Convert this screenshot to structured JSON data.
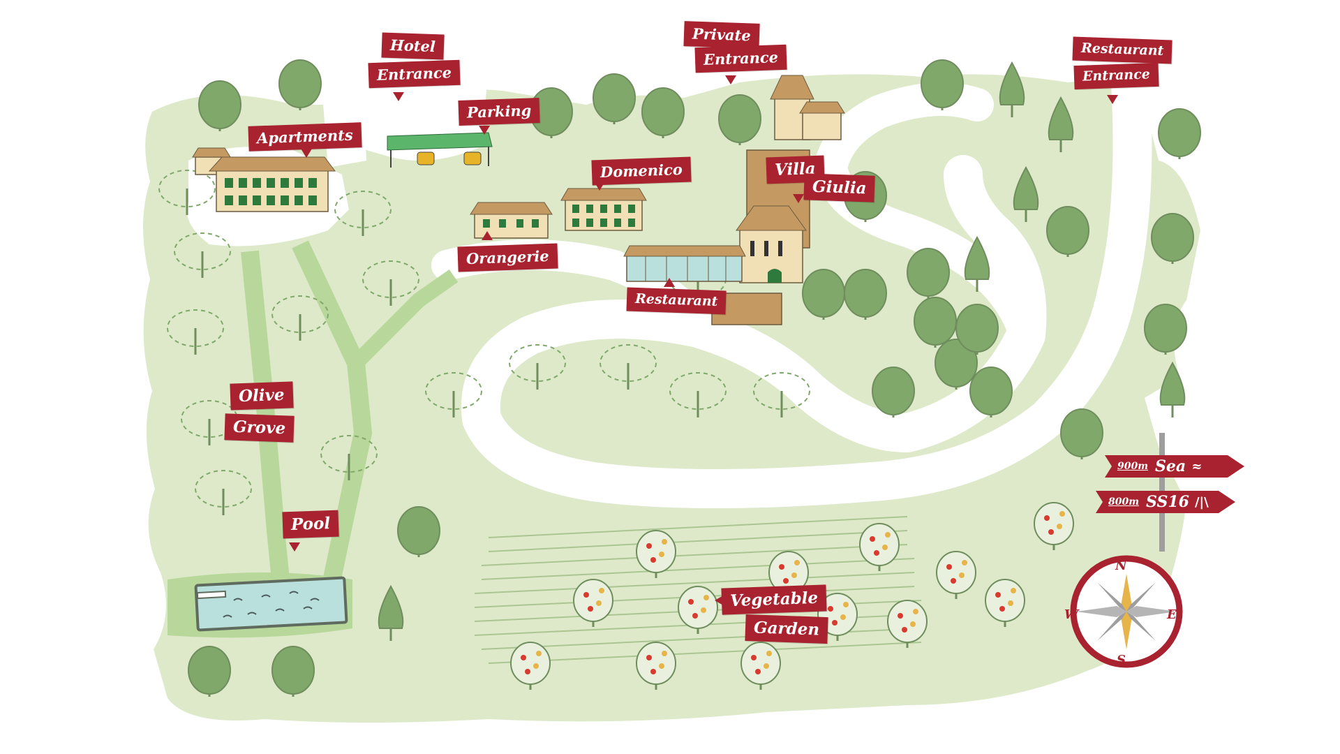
{
  "map": {
    "labels": {
      "hotel_entrance_1": "Hotel",
      "hotel_entrance_2": "Entrance",
      "parking": "Parking",
      "apartments": "Apartments",
      "private_entrance_1": "Private",
      "private_entrance_2": "Entrance",
      "restaurant_entrance_1": "Restaurant",
      "restaurant_entrance_2": "Entrance",
      "domenico": "Domenico",
      "villa": "Villa",
      "giulia": "Giulia",
      "orangerie": "Orangerie",
      "restaurant": "Restaurant",
      "olive": "Olive",
      "grove": "Grove",
      "pool": "Pool",
      "vegetable": "Vegetable",
      "garden": "Garden"
    },
    "signpost": [
      {
        "distance": "900m",
        "destination": "Sea",
        "symbol": "≈"
      },
      {
        "distance": "800m",
        "destination": "SS16",
        "symbol": "/|\\"
      }
    ],
    "compass": {
      "north": "N",
      "east": "E",
      "south": "S",
      "west": "W"
    },
    "colors": {
      "accent_red": "#a8232f",
      "meadow": "#dde9c9",
      "path_green": "#b7d89a",
      "tree_green": "#7fa86a",
      "water": "#b9e0dd",
      "roof": "#c49a62",
      "wall": "#f1dfb5"
    }
  }
}
